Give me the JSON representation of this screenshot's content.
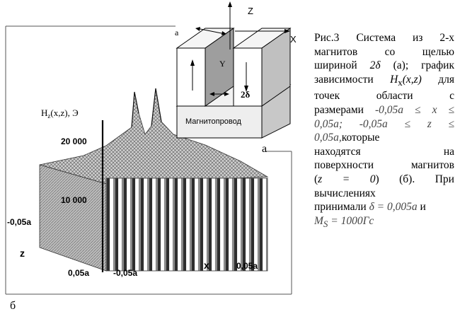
{
  "plot": {
    "zlabel_main": "H",
    "zlabel_sub": "z",
    "zlabel_rest": "(x,z), Э",
    "tick_20000": "20 000",
    "tick_10000": "10 000",
    "left_tick": "-0,05a",
    "axis_z": "z",
    "bottom_left": "0,05a",
    "bottom_mid": "-0,05a",
    "axis_x": "x",
    "bottom_right": "0,05a",
    "panel_label": "б"
  },
  "inset": {
    "a_top": "a",
    "axis_Z": "Z",
    "axis_X": "X",
    "axis_Y": "Y",
    "gap": "2δ",
    "core_label": "Магнитопровод",
    "panel_label": "а"
  },
  "caption": {
    "l1": "Рис.3   Система из 2-х",
    "l2": "магнитов   со   щелью",
    "l3a": "шириной ",
    "l3b": "2δ",
    "l3c": " (а); график",
    "l4a": "зависимости ",
    "l4b": "H",
    "l4c": "x",
    "l4d": "(x,z)",
    "l4e": " для",
    "l5": "точек      области      с",
    "l6a": "размерами ",
    "l6b": "-0,05a ≤ x ≤",
    "l7": "0,05a;   -0,05a   ≤   z   ≤",
    "l8a": "0,05a,",
    "l8b": "которые",
    "l9": "находятся            на",
    "l10": "поверхности   магнитов",
    "l11a": "(",
    "l11b": "z = 0",
    "l11c": ")  (б).  При",
    "l12": "вычислениях",
    "l13a": "принимали ",
    "l13b": "δ = 0,005a",
    "l13c": " и",
    "l14a": "M",
    "l14b": "S",
    "l14c": " = 1000Гс"
  }
}
